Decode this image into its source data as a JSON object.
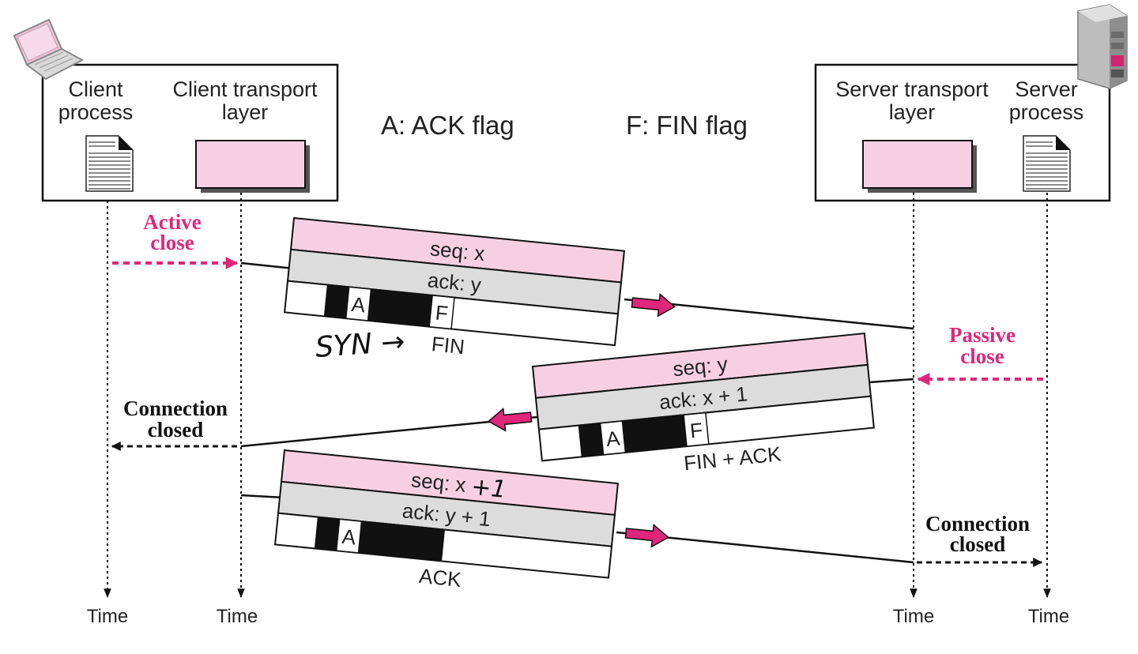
{
  "header": {
    "client_process": [
      "Client",
      "process"
    ],
    "client_transport": [
      "Client transport",
      "layer"
    ],
    "server_transport": [
      "Server transport",
      "layer"
    ],
    "server_process": [
      "Server",
      "process"
    ],
    "legend_ack": "A: ACK flag",
    "legend_fin": "F: FIN flag"
  },
  "events": {
    "active_close": [
      "Active",
      "close"
    ],
    "passive_close": [
      "Passive",
      "close"
    ],
    "client_closed": [
      "Connection",
      "closed"
    ],
    "server_closed": [
      "Connection",
      "closed"
    ]
  },
  "segments": [
    {
      "seq": "seq: x",
      "ack": "ack: y",
      "flag_a": "A",
      "flag_f": "F",
      "caption": "FIN"
    },
    {
      "seq": "seq: y",
      "ack": "ack: x + 1",
      "flag_a": "A",
      "flag_f": "F",
      "caption": "FIN + ACK"
    },
    {
      "seq": "seq: x",
      "seq_handwritten": "+1",
      "ack": "ack: y + 1",
      "flag_a": "A",
      "caption": "ACK"
    }
  ],
  "annotation": {
    "handwritten": "SYN →"
  },
  "timeline": {
    "time_label": "Time"
  },
  "icons": {
    "client": "laptop-icon",
    "server": "server-tower-icon",
    "document": "document-icon"
  },
  "colors": {
    "magenta": "#e0267a",
    "pink_fill": "#f6d0e2",
    "gray_fill": "#dcdcdc",
    "black": "#111111"
  }
}
